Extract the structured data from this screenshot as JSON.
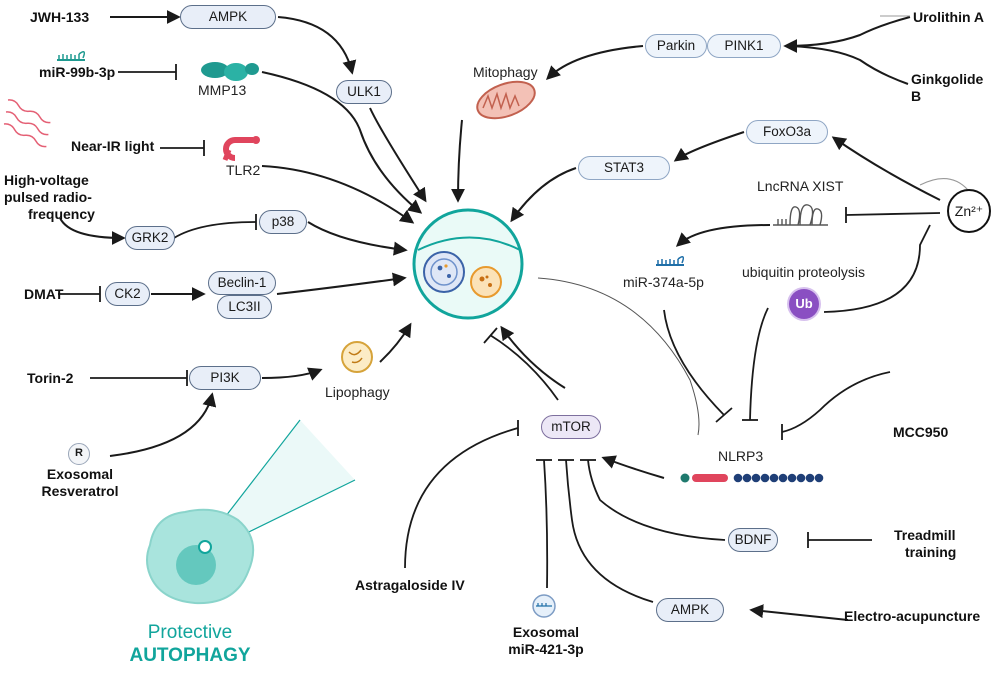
{
  "colors": {
    "arrow": "#1a1a1a",
    "teal": "#11a59c",
    "pill_border": "#5c6f8a",
    "pill_fill": "#e8eef8",
    "ub": "#8a4fc2",
    "tlr2": "#e0455d",
    "mmp13": "#1f9a90"
  },
  "icons": {
    "mirna": "rna-hairpin-icon",
    "mmp13": "protein-blob-icon",
    "tlr2": "receptor-icon",
    "light": "wavy-light-icon",
    "mitochondria": "mitochondrion-icon",
    "lipid": "lipid-droplet-icon",
    "lncrna": "rna-strand-icon",
    "nlrp3": "inflammasome-chain-icon",
    "cell": "cell-icon",
    "autophagosome": "autophagosome-icon"
  },
  "inducers": {
    "jwh133": "JWH-133",
    "mir99b": "miR-99b-3p",
    "near_ir": "Near-IR light",
    "hvprf_1": "High-voltage",
    "hvprf_2": "pulsed radio-",
    "hvprf_3": "frequency",
    "dmat": "DMAT",
    "torin2": "Torin-2",
    "resv_badge": "R",
    "resv_1": "Exosomal",
    "resv_2": "Resveratrol",
    "urolithin": "Urolithin A",
    "ginkgo_1": "Ginkgolide",
    "ginkgo_2": "B",
    "zinc": "Zn²⁺",
    "mcc950": "MCC950",
    "treadmill_1": "Treadmill",
    "treadmill_2": "training",
    "electro": "Electro-acupuncture",
    "astragaloside": "Astragaloside IV",
    "exo421_1": "Exosomal",
    "exo421_2": "miR-421-3p"
  },
  "nodes": {
    "ampk_top": "AMPK",
    "ulk1": "ULK1",
    "mmp13": "MMP13",
    "tlr2": "TLR2",
    "grk2": "GRK2",
    "p38": "p38",
    "ck2": "CK2",
    "beclin1": "Beclin-1",
    "lc3ii": "LC3II",
    "pi3k": "PI3K",
    "lipophagy": "Lipophagy",
    "parkin": "Parkin",
    "pink1": "PINK1",
    "mitophagy": "Mitophagy",
    "foxo3a": "FoxO3a",
    "stat3": "STAT3",
    "lncrna": "LncRNA XIST",
    "mir374": "miR-374a-5p",
    "ubiq": "ubiquitin proteolysis",
    "ub": "Ub",
    "mtor": "mTOR",
    "nlrp3": "NLRP3",
    "bdnf": "BDNF",
    "ampk_bottom": "AMPK"
  },
  "legend": {
    "protective": "Protective",
    "autophagy": "AUTOPHAGY"
  }
}
